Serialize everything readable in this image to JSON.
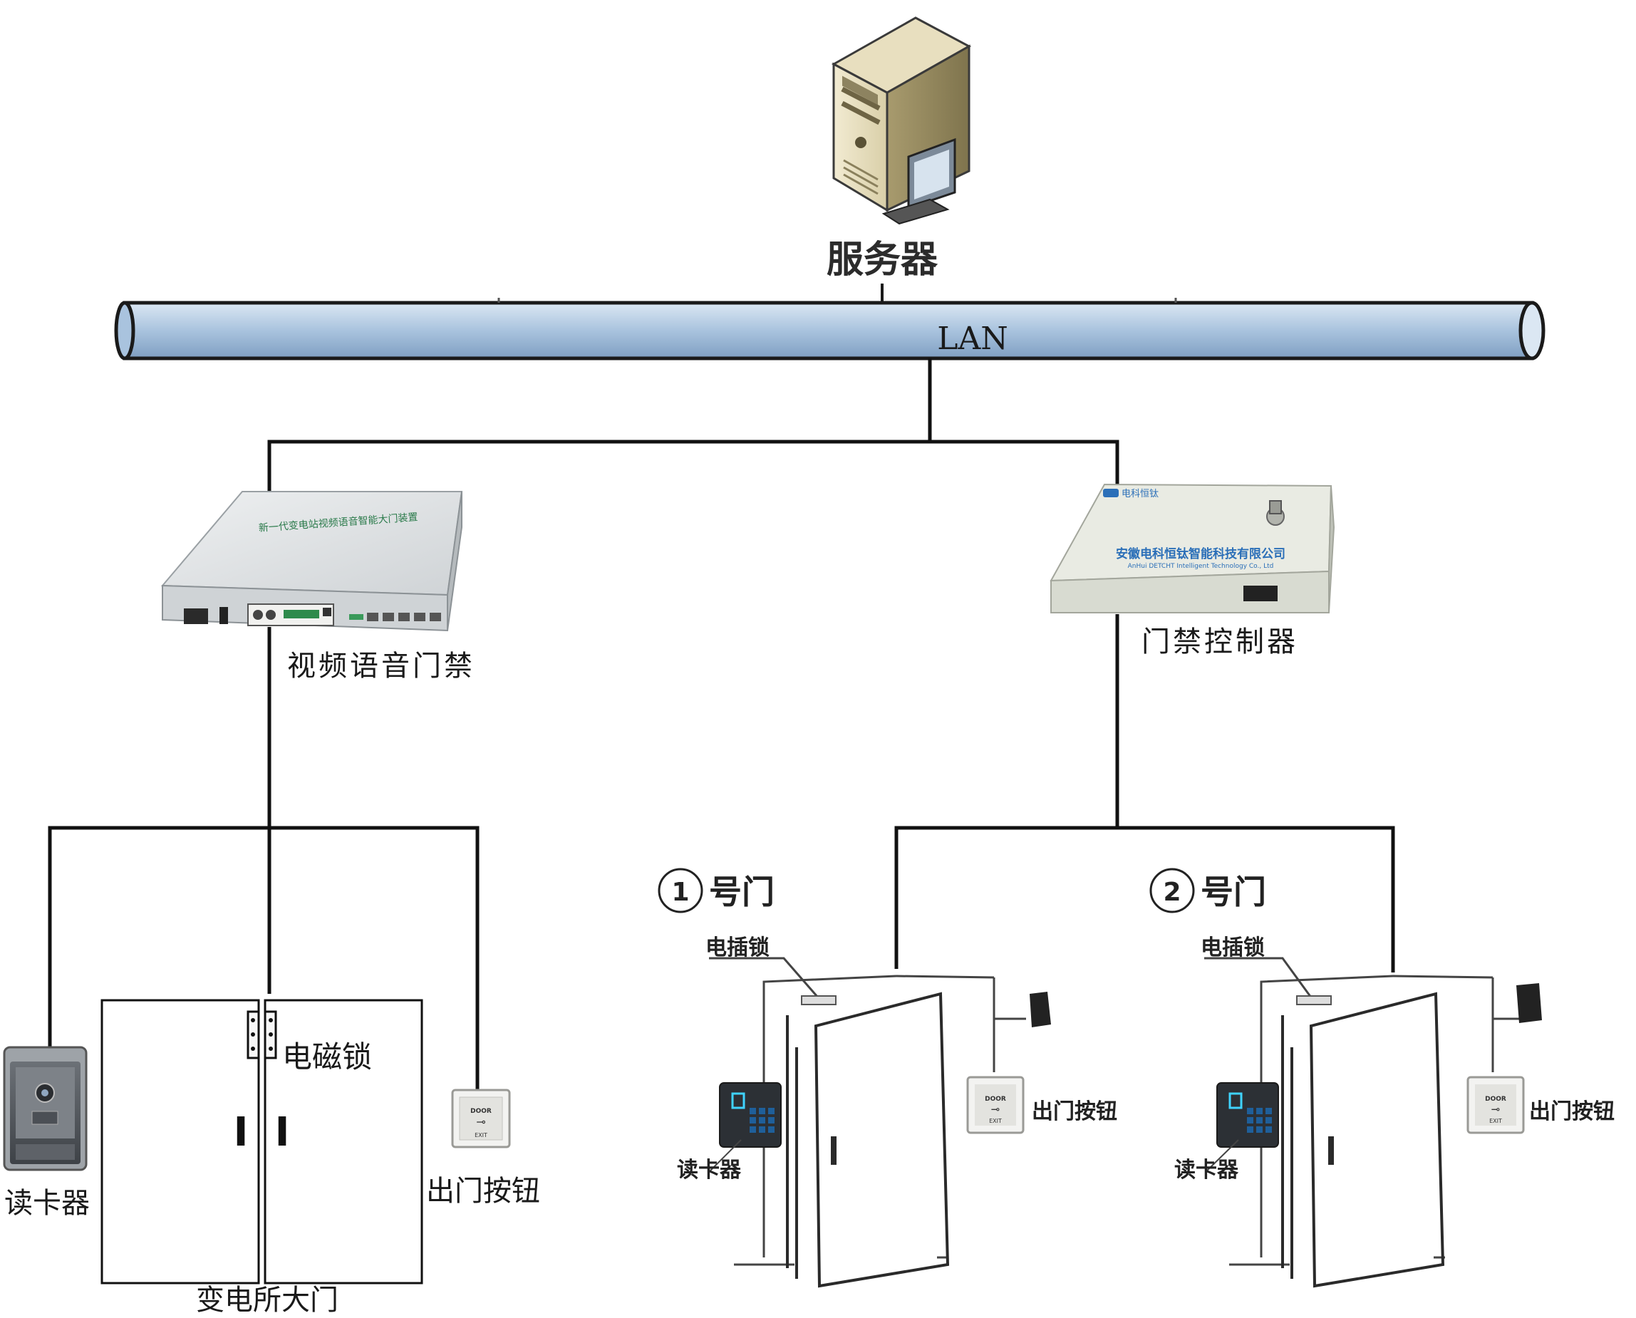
{
  "server": {
    "label": "服务器"
  },
  "network": {
    "label": "LAN"
  },
  "video_access": {
    "label": "视频语音门禁",
    "panel_text": "新一代变电站视频语音智能大门装置"
  },
  "controller": {
    "label": "门禁控制器",
    "company_cn": "安徽电科恒钛智能科技有限公司",
    "company_en": "AnHui DETCHT Intelligent Technology Co., Ltd",
    "logo_text": "电科恒钛"
  },
  "main_gate": {
    "card_reader_label": "读卡器",
    "mag_lock_label": "电磁锁",
    "exit_button_label": "出门按钮",
    "gate_label": "变电所大门",
    "door_mark_left": "I",
    "door_mark_right": "I"
  },
  "door1": {
    "number": "①",
    "title": "号门",
    "lock_label": "电插锁",
    "card_reader_label": "读卡器",
    "exit_button_label": "出门按钮"
  },
  "door2": {
    "number": "②",
    "title": "号门",
    "lock_label": "电插锁",
    "card_reader_label": "读卡器",
    "exit_button_label": "出门按钮"
  },
  "exit_plate": {
    "line1": "DOOR",
    "line2": "EXIT"
  },
  "colors": {
    "pipe_fill": "#b9cfe6",
    "pipe_stroke": "#1a1a1a",
    "box_fill": "#dcdee0",
    "controller_fill": "#e6e8df",
    "accent_green": "#2a8a5a"
  }
}
